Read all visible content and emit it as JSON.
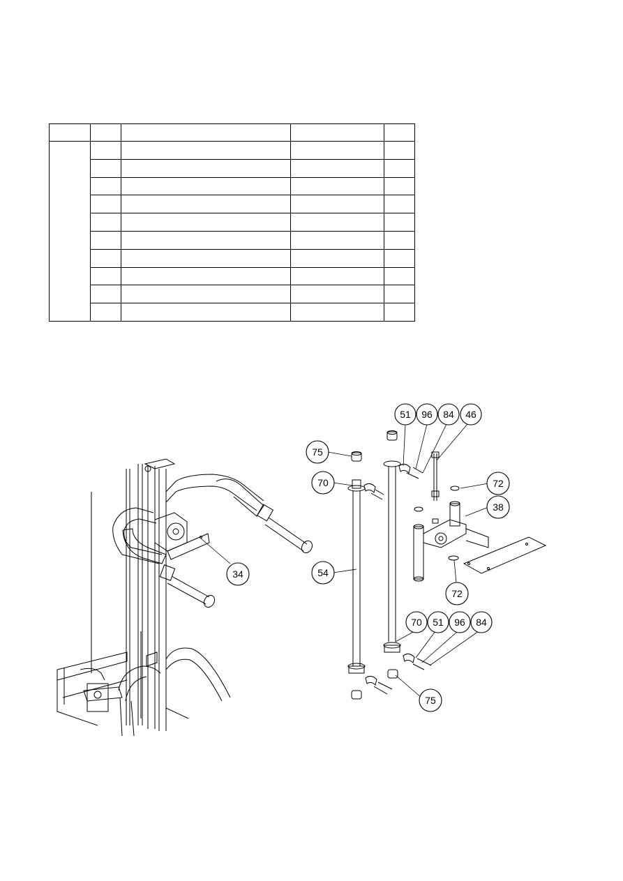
{
  "table": {
    "columns": [
      "",
      "",
      "",
      "",
      ""
    ],
    "rows": [
      [
        "",
        "",
        "",
        "",
        ""
      ],
      [
        "",
        "",
        "",
        "",
        ""
      ],
      [
        "",
        "",
        "",
        "",
        ""
      ],
      [
        "",
        "",
        "",
        "",
        ""
      ],
      [
        "",
        "",
        "",
        "",
        ""
      ],
      [
        "",
        "",
        "",
        "",
        ""
      ],
      [
        "",
        "",
        "",
        "",
        ""
      ],
      [
        "",
        "",
        "",
        "",
        ""
      ],
      [
        "",
        "",
        "",
        "",
        ""
      ],
      [
        "",
        "",
        "",
        "",
        ""
      ]
    ]
  },
  "callouts": {
    "c34": "34",
    "c75a": "75",
    "c70a": "70",
    "c54": "54",
    "c51a": "51",
    "c96a": "96",
    "c84a": "84",
    "c46": "46",
    "c72a": "72",
    "c38": "38",
    "c72b": "72",
    "c70b": "70",
    "c51b": "51",
    "c96b": "96",
    "c84b": "84",
    "c75b": "75"
  }
}
